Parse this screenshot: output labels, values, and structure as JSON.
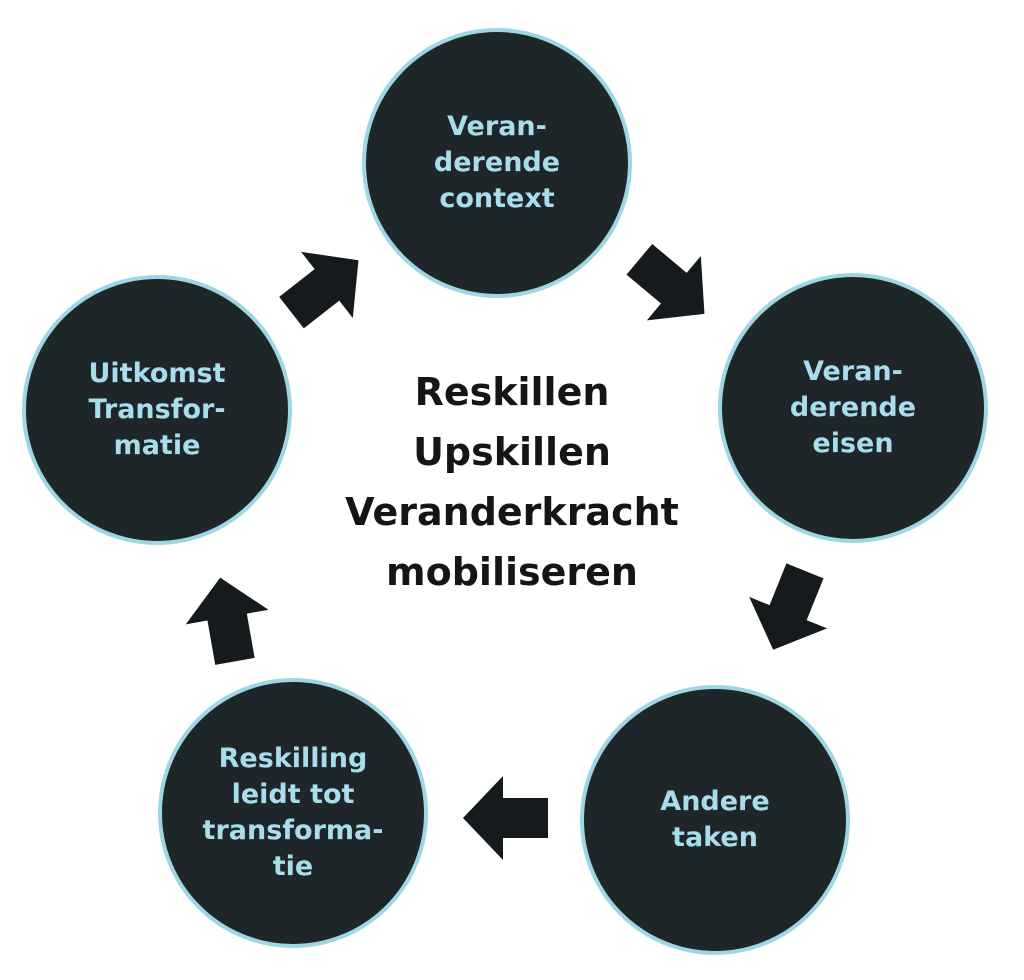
{
  "nodes": [
    {
      "id": "top",
      "label": "Veran-\nderende\ncontext"
    },
    {
      "id": "right",
      "label": "Veran-\nderende\neisen"
    },
    {
      "id": "bottom-right",
      "label": "Andere\ntaken"
    },
    {
      "id": "bottom-left",
      "label": "Reskilling\nleidt tot\ntransforma-\ntie"
    },
    {
      "id": "left",
      "label": "Uitkomst\nTransfor-\nmatie"
    }
  ],
  "center": {
    "lines": [
      "Reskillen",
      "Upskillen",
      "Veranderkracht",
      "mobiliseren"
    ]
  },
  "colors": {
    "node_fill": "#1f262a",
    "node_border": "#9fd6e6",
    "node_text": "#a8deec",
    "center_text": "#151515",
    "arrow": "#151a1c"
  }
}
